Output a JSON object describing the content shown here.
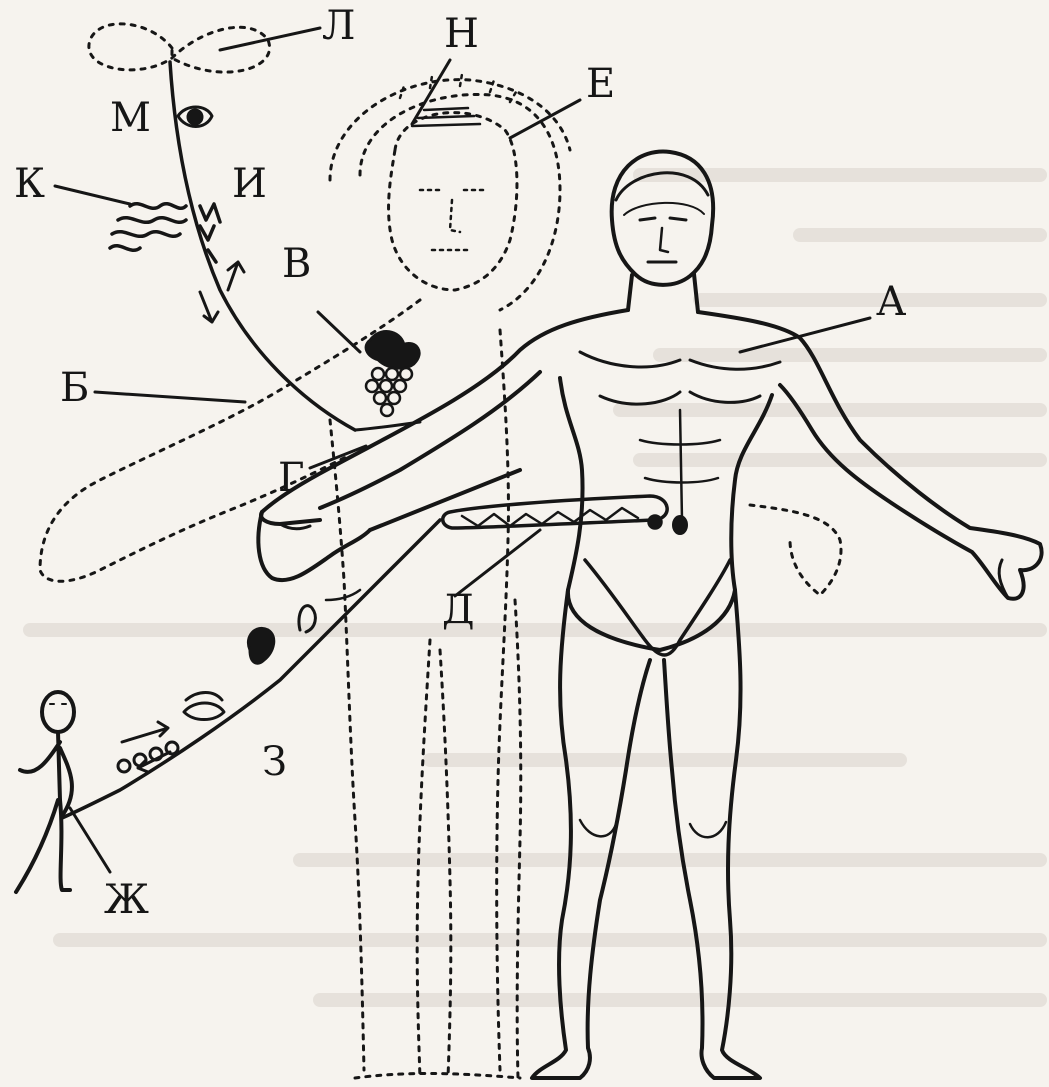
{
  "labels": {
    "a": "А",
    "b": "Б",
    "v": "В",
    "g": "Г",
    "d": "Д",
    "e": "Е",
    "zh": "Ж",
    "z": "З",
    "i": "И",
    "k": "К",
    "l": "Л",
    "m": "М",
    "n": "Н"
  },
  "colors": {
    "ink": "#161616",
    "paper": "#f6f3ee",
    "bleed_text": "#cfcac2"
  },
  "icons": {
    "eye": "eye-icon",
    "grapes": "grapes-icon",
    "ear": "ear-icon",
    "mouth": "mouth-icon",
    "stick_figure": "stick-figure-icon"
  }
}
